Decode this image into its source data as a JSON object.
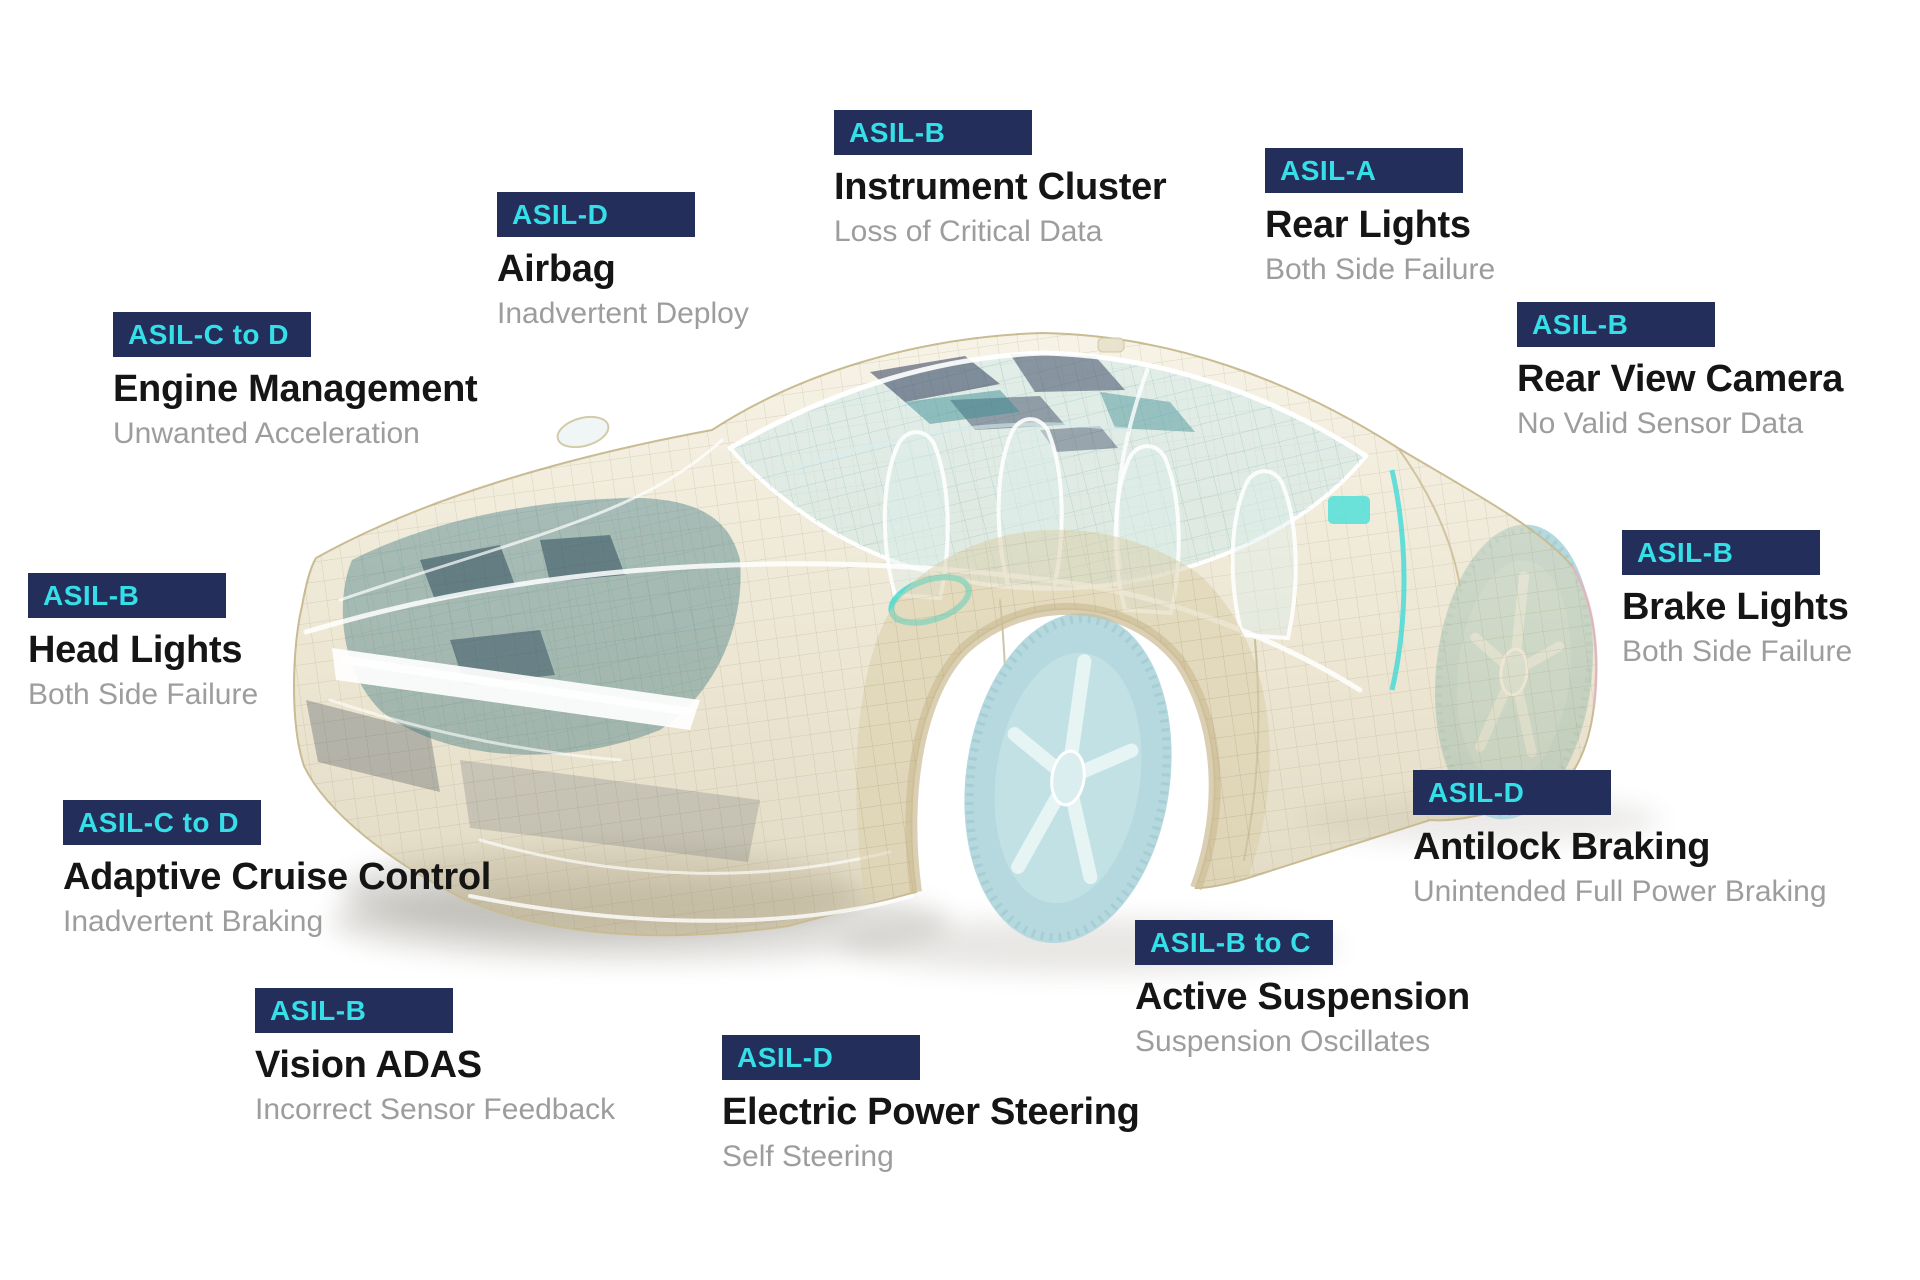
{
  "colors": {
    "background": "#ffffff",
    "badge_background": "#242e5b",
    "badge_text": "#35dfe8",
    "component_text": "#151515",
    "failure_text": "#9d9d9d"
  },
  "illustration": {
    "name": "car-wireframe-xray",
    "colors": {
      "body_mesh": "#cfc2a0",
      "glass": "#cfe9e9",
      "interior_teal": "#2f6e78",
      "roof_panel_navy": "#2f3d5a",
      "wheels": "#b5d9de",
      "highlight": "#ffffff"
    }
  },
  "labels": [
    {
      "id": "airbag",
      "asil": "ASIL-D",
      "component": "Airbag",
      "failure": "Inadvertent Deploy"
    },
    {
      "id": "instrument-cluster",
      "asil": "ASIL-B",
      "component": "Instrument Cluster",
      "failure": "Loss of Critical Data"
    },
    {
      "id": "rear-lights",
      "asil": "ASIL-A",
      "component": "Rear Lights",
      "failure": "Both Side Failure"
    },
    {
      "id": "engine-management",
      "asil": "ASIL-C to D",
      "component": "Engine Management",
      "failure": "Unwanted Acceleration"
    },
    {
      "id": "rear-view-camera",
      "asil": "ASIL-B",
      "component": "Rear View Camera",
      "failure": "No Valid Sensor Data"
    },
    {
      "id": "head-lights",
      "asil": "ASIL-B",
      "component": "Head Lights",
      "failure": "Both Side Failure"
    },
    {
      "id": "brake-lights",
      "asil": "ASIL-B",
      "component": "Brake Lights",
      "failure": "Both Side Failure"
    },
    {
      "id": "adaptive-cruise-control",
      "asil": "ASIL-C to D",
      "component": "Adaptive Cruise Control",
      "failure": "Inadvertent Braking"
    },
    {
      "id": "antilock-braking",
      "asil": "ASIL-D",
      "component": "Antilock Braking",
      "failure": "Unintended Full Power Braking"
    },
    {
      "id": "active-suspension",
      "asil": "ASIL-B to C",
      "component": "Active Suspension",
      "failure": "Suspension Oscillates"
    },
    {
      "id": "vision-adas",
      "asil": "ASIL-B",
      "component": "Vision ADAS",
      "failure": "Incorrect Sensor Feedback"
    },
    {
      "id": "electric-power-steering",
      "asil": "ASIL-D",
      "component": "Electric Power Steering",
      "failure": "Self Steering"
    }
  ]
}
